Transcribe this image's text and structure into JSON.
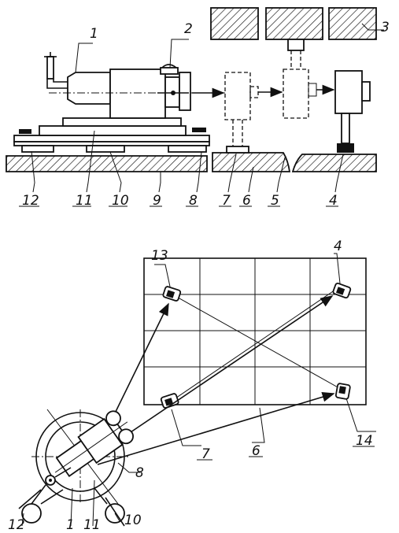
{
  "labels": {
    "l1": "1",
    "l2": "2",
    "l3": "3",
    "l4": "4",
    "l5": "5",
    "l6": "6",
    "l7": "7",
    "l8": "8",
    "l9": "9",
    "l10": "10",
    "l11": "11",
    "l12": "12",
    "b13": "13",
    "b4": "4",
    "b7": "7",
    "b6": "6",
    "b14": "14",
    "b8": "8",
    "b12": "12",
    "b1": "1",
    "b11": "11",
    "b10": "10"
  }
}
